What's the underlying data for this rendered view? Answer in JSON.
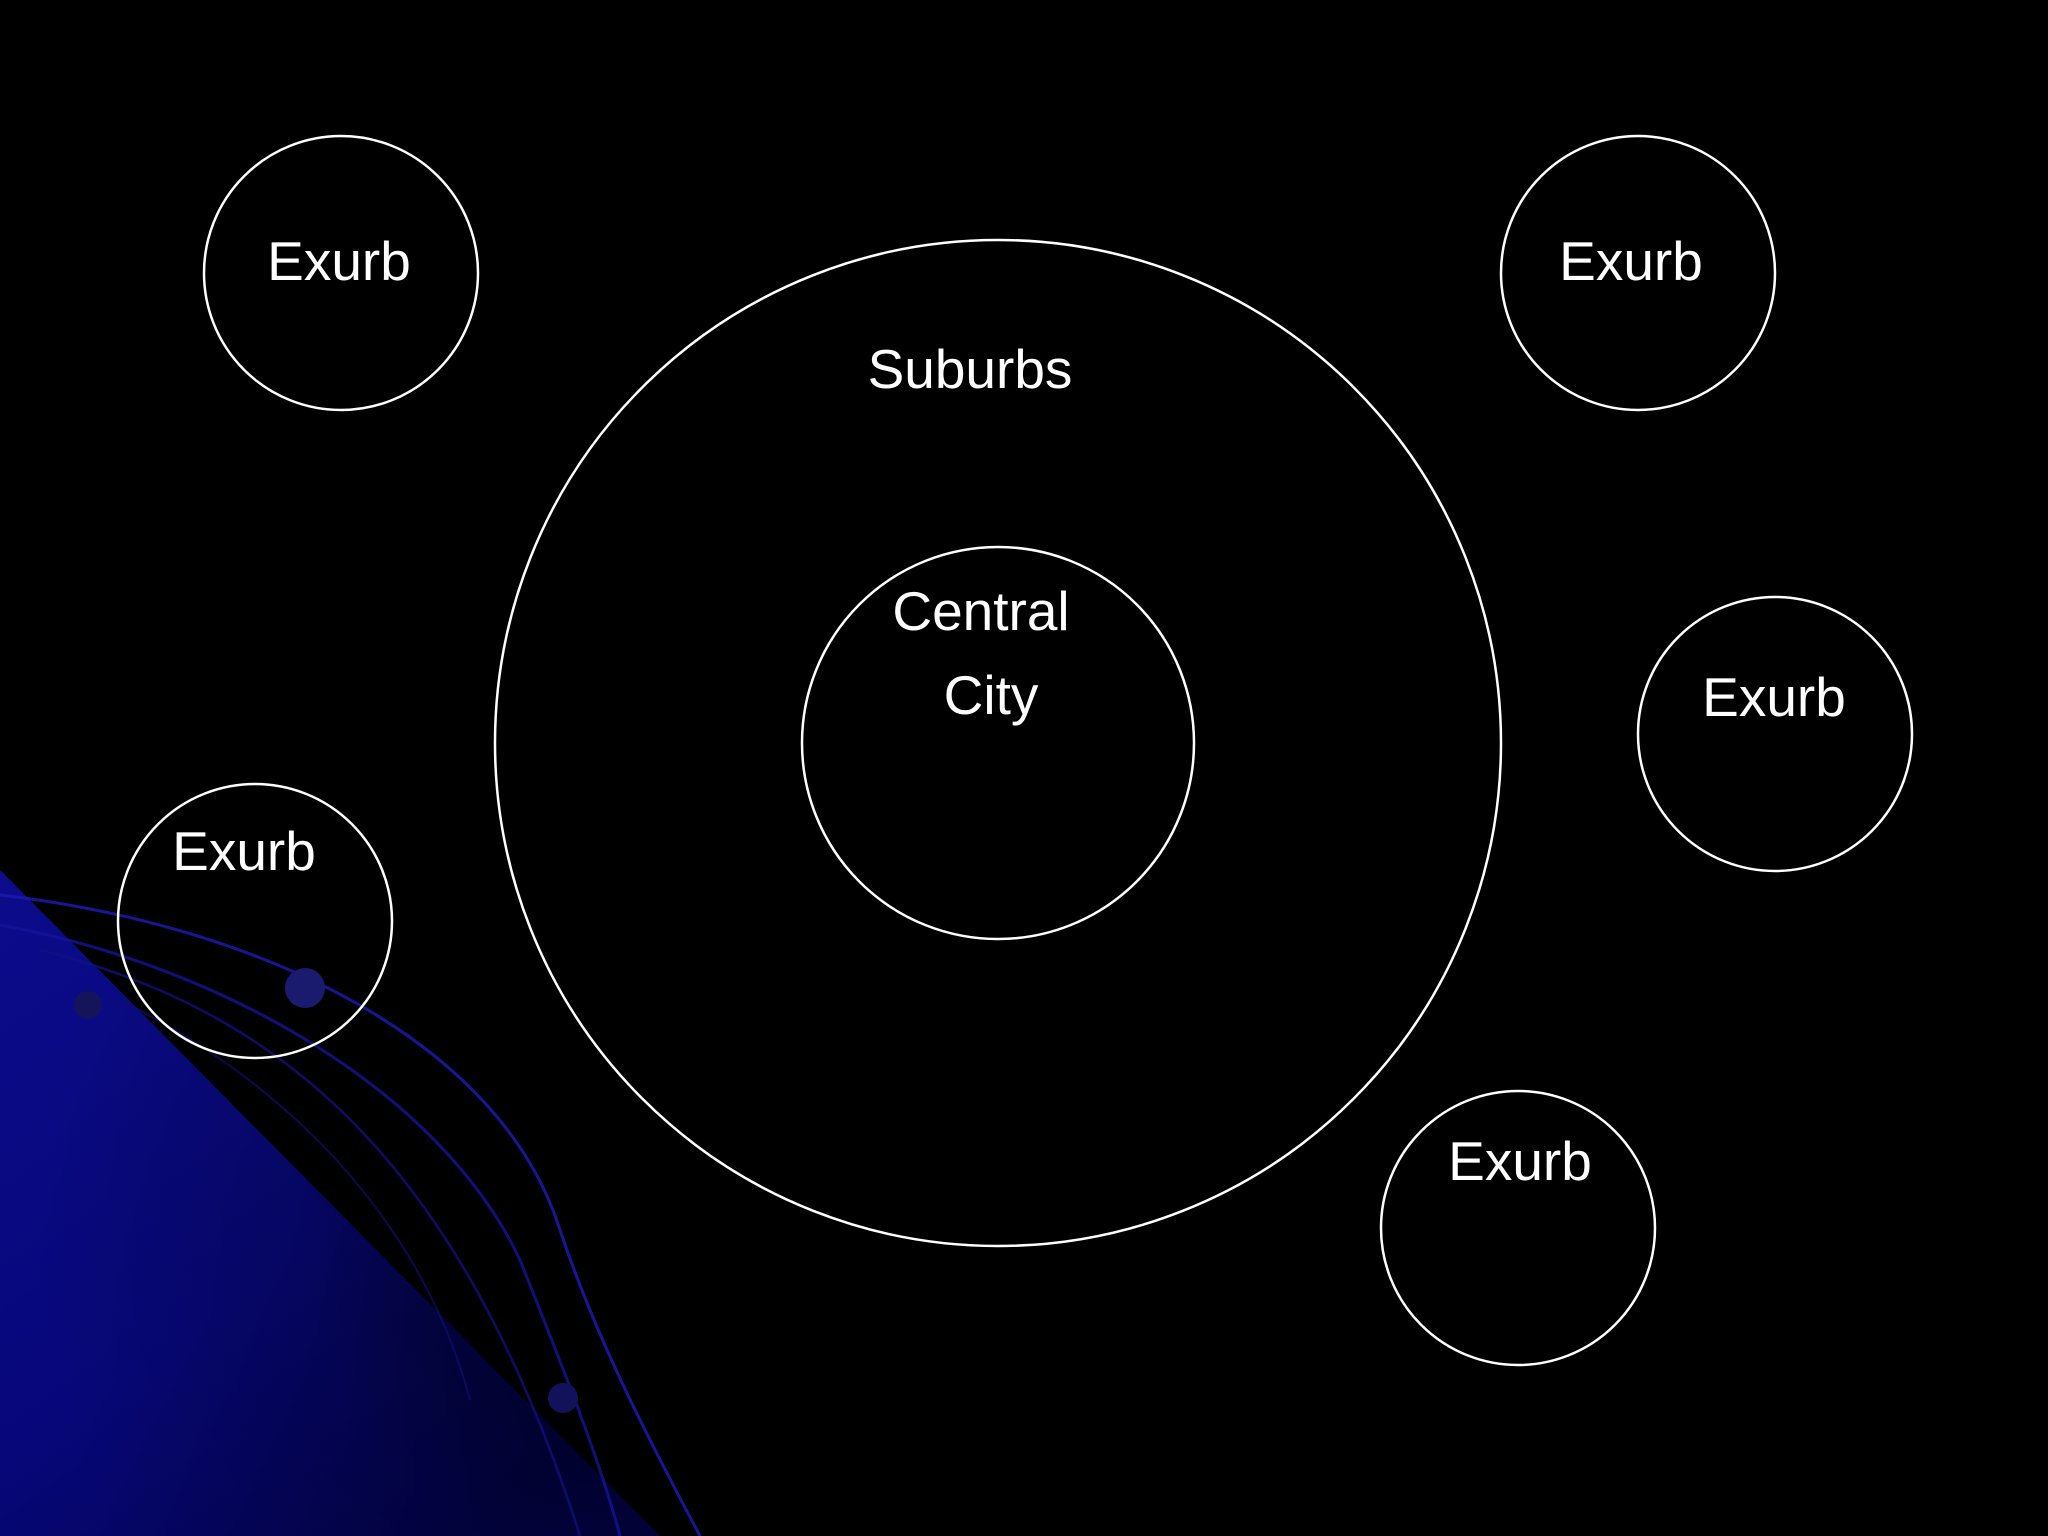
{
  "diagram": {
    "central_city": {
      "line1": "Central",
      "line2": "City"
    },
    "suburbs": {
      "label": "Suburbs"
    },
    "exurbs": [
      {
        "label": "Exurb"
      },
      {
        "label": "Exurb"
      },
      {
        "label": "Exurb"
      },
      {
        "label": "Exurb"
      },
      {
        "label": "Exurb"
      }
    ]
  },
  "theme": {
    "background": "#000000",
    "line_color": "#ffffff",
    "text_color": "#ffffff",
    "accent_blue": "#0a0a9a"
  }
}
